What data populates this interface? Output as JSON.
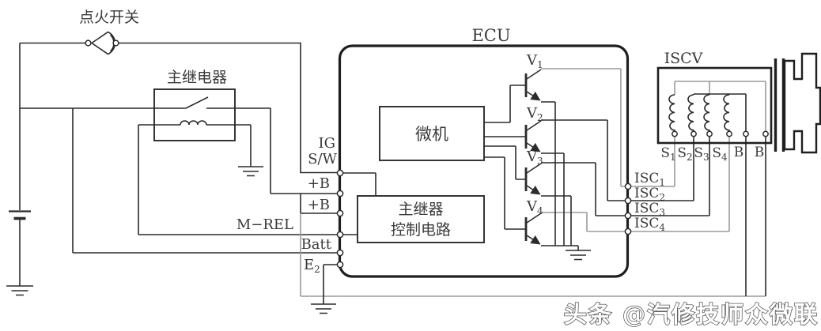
{
  "colors": {
    "background": "#ffffff",
    "wire": "#2b2b2b",
    "wire_gray": "#9b9b9b",
    "border": "#1f1f1f",
    "label": "#3a3a3a",
    "watermark_fill": "#ffffff",
    "watermark_outline": "#5f5f5f"
  },
  "labels": {
    "ignition_switch": "点火开关",
    "main_relay": "主继电器",
    "ecu": "ECU",
    "microcomputer": "微机",
    "relay_control_line1": "主继器",
    "relay_control_line2": "控制电路",
    "iscv": "ISCV",
    "watermark": "头条 @汽修技师众微联"
  },
  "ecu_pins": {
    "ig_line1": "IG",
    "ig_line2": "S/W",
    "plus_b_1": "+B",
    "plus_b_2": "+B",
    "m_rel": "M−REL",
    "batt": "Batt",
    "e2": {
      "base": "E",
      "sub": "2"
    }
  },
  "transistors": [
    {
      "base": "V",
      "sub": "1"
    },
    {
      "base": "V",
      "sub": "2"
    },
    {
      "base": "V",
      "sub": "3"
    },
    {
      "base": "V",
      "sub": "4"
    }
  ],
  "isc_pins": [
    {
      "base": "ISC",
      "sub": "1"
    },
    {
      "base": "ISC",
      "sub": "2"
    },
    {
      "base": "ISC",
      "sub": "3"
    },
    {
      "base": "ISC",
      "sub": "4"
    }
  ],
  "iscv_pins": [
    {
      "base": "S",
      "sub": "1"
    },
    {
      "base": "S",
      "sub": "2"
    },
    {
      "base": "S",
      "sub": "3"
    },
    {
      "base": "S",
      "sub": "4"
    },
    {
      "base": "B",
      "sub": ""
    },
    {
      "base": "B",
      "sub": ""
    }
  ]
}
